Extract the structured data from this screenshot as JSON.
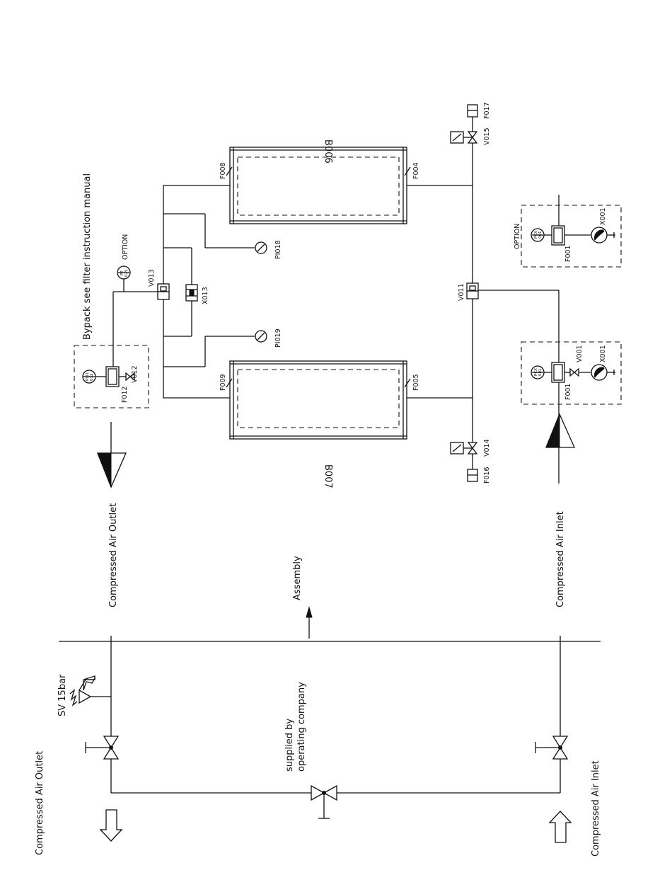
{
  "labels": {
    "b006": "B006",
    "b007": "B007",
    "bypack": "Bypack see filter instruction manual",
    "air_outlet_top": "Compressed Air Outlet",
    "air_inlet_top": "Compressed Air Inlet",
    "air_outlet_bottom": "Compressed Air Outlet",
    "air_inlet_bottom": "Compressed Air Inlet",
    "assembly": "Assembly",
    "supplied_1": "supplied by",
    "supplied_2": "operating company",
    "sv": "SV 15bar",
    "option_1": "OPTION",
    "option_2": "OPTION",
    "f008": "F008",
    "f009": "F009",
    "f004": "F004",
    "f005": "F005",
    "f017": "F017",
    "f016": "F016",
    "v015": "V015",
    "v014": "V014",
    "v011": "V011",
    "v013": "V013",
    "x013": "X013",
    "pi018": "PI018",
    "pi019": "PI019",
    "f012": "F012",
    "v012": "V012",
    "f001_a": "F001",
    "f001_b": "F001",
    "v001": "V001",
    "x001_a": "X001",
    "x001_b": "X001",
    "pi012_1": "PI01",
    "pi012_2": "012",
    "pt029_1": "PT",
    "pt029_2": "029",
    "pcx_a_1": "PCX",
    "pcx_a_2": "001",
    "pcx_b_1": "PCX",
    "pcx_b_2": "001"
  }
}
